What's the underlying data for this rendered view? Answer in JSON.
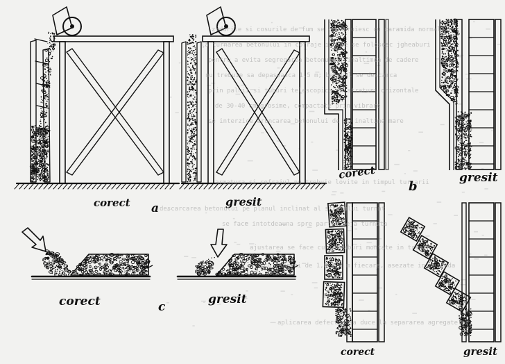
{
  "labels": {
    "a_left": "corect",
    "a_right": "gresit",
    "a_letter": "a",
    "b_left": "corect",
    "b_letter": "b",
    "b_right": "gresit",
    "c_left": "corect",
    "c_letter": "c",
    "c_right": "gresit",
    "d_left": "corect",
    "d_right": "gresit"
  },
  "colors": {
    "ink": "#111111",
    "paper": "#f2f2f0",
    "bleed": "#9c9c9c"
  },
  "bleed_text": [
    "zidurile si cosurile de fum se construiesc cu caramida normala",
    "la turnarea betonului in cofraje inalte se folosesc jgheaburi",
    "pentru a evita segregarea betonului, inaltimea de cadere",
    "nu trebuie sa depaseasca 1,5 m; betonul se descarca",
    "prin palnii si tuburi telescopice in straturi orizontale",
    "de 30-40 cm grosime, compactate prin vibrare",
    "se interzice aruncarea betonului de la inaltime mare",
    "armatura si cofrajul nu trebuie lovite in timpul turnarii",
    "descarcarea betonului pe planul inclinat al stratului turnat",
    "se face intotdeauna spre partea deja turnata",
    "ajustarea se face cu jgheaburi montate in trepte",
    "cu lungimi de 1,0-1,5 m fiecare, asezate in cascada",
    "aplicarea defectuoasa duce la separarea agregatelor"
  ]
}
